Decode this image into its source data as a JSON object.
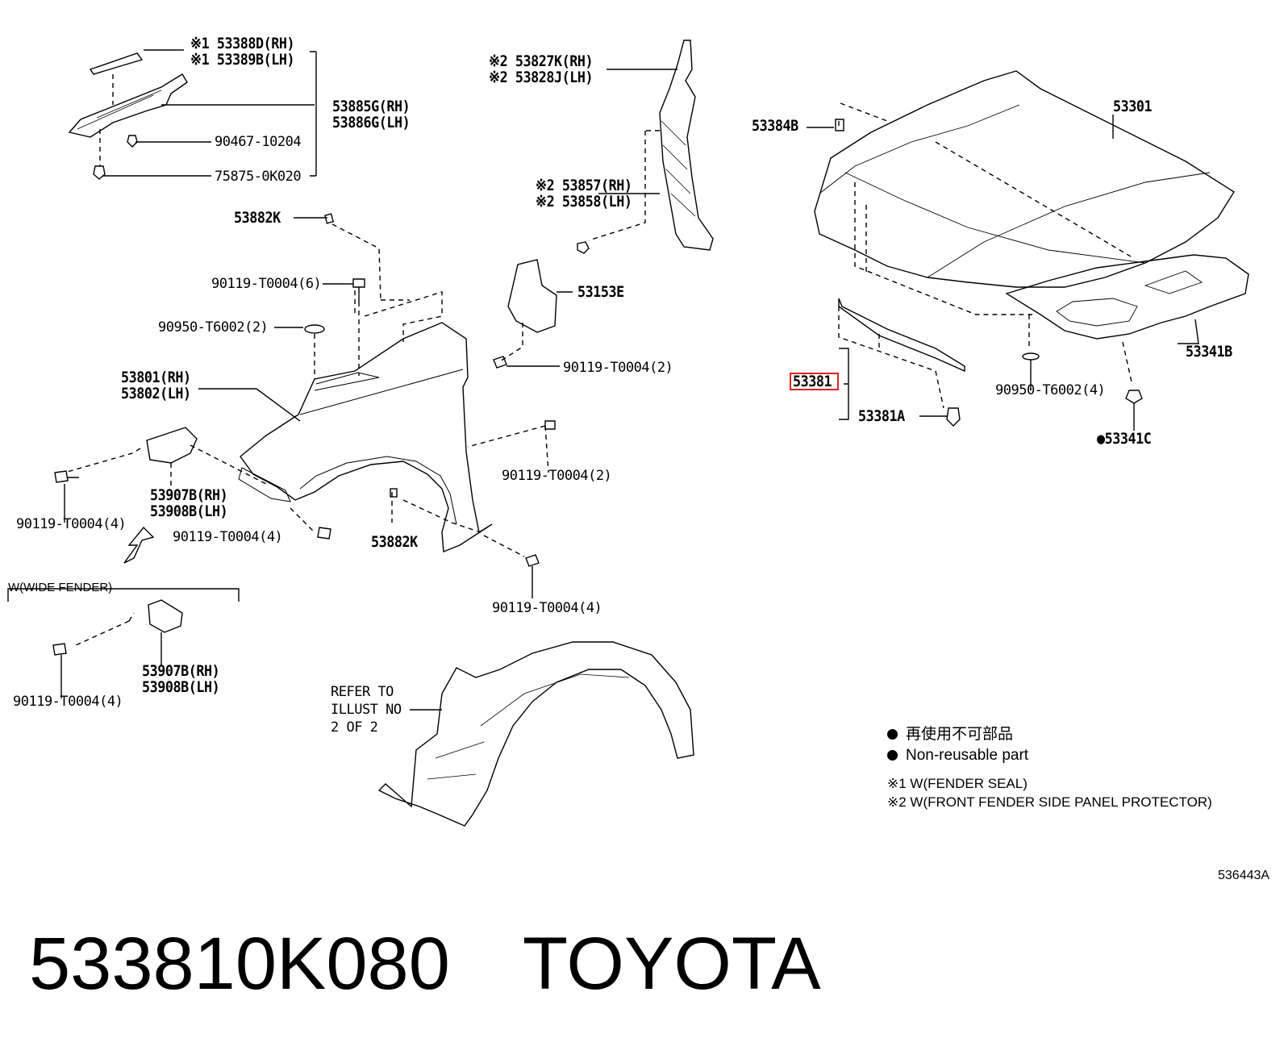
{
  "title": {
    "part_number": "533810K080",
    "brand": "TOYOTA"
  },
  "highlight_color": "#dd2222",
  "diagram_code": "536443A",
  "wide_fender_label": "W(WIDE FENDER)",
  "refer_note": [
    "REFER TO",
    "ILLUST NO",
    "2 OF 2"
  ],
  "callouts": {
    "c53388": "※1 53388D(RH)",
    "c53389": "※1 53389B(LH)",
    "c53885": "53885G(RH)",
    "c53886": "53886G(LH)",
    "c90467": "90467-10204",
    "c75875": "75875-0K020",
    "c53882a": "53882K",
    "c90119a": "90119-T0004(6)",
    "c90950a": "90950-T6002(2)",
    "c53801": "53801(RH)",
    "c53802": "53802(LH)",
    "c53827": "※2 53827K(RH)",
    "c53828": "※2 53828J(LH)",
    "c53857": "※2 53857(RH)",
    "c53858": "※2 53858(LH)",
    "c53153": "53153E",
    "c90119b": "90119-T0004(2)",
    "c90119c": "90119-T0004(2)",
    "c53907a": "53907B(RH)",
    "c53908a": "53908B(LH)",
    "c90119d": "90119-T0004(4)",
    "c90119e": "90119-T0004(4)",
    "c53882b": "53882K",
    "c90119f": "90119-T0004(4)",
    "c53907b": "53907B(RH)",
    "c53908b": "53908B(LH)",
    "c90119g": "90119-T0004(4)",
    "c53384": "53384B",
    "c53301": "53301",
    "c53381": "53381",
    "c53381a": "53381A",
    "c53341b": "53341B",
    "c90950b": "90950-T6002(4)",
    "c53341c": "●53341C"
  },
  "legend": {
    "dot_jp": "再使用不可部品",
    "dot_en": "Non-reusable part",
    "note1": "※1 W(FENDER SEAL)",
    "note2": "※2 W(FRONT FENDER SIDE PANEL PROTECTOR)"
  }
}
